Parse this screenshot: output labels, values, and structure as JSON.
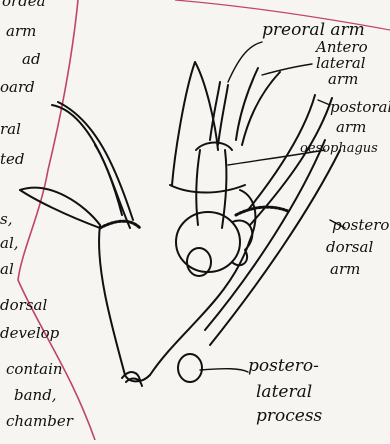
{
  "labels": {
    "preoral_arm": "preoral arm",
    "anterolateral_arm": [
      "Antero",
      "lateral",
      "arm"
    ],
    "postoral_arm": [
      "postoral",
      "arm"
    ],
    "oesophagus": "oesophagus",
    "posterodorsal_arm": [
      "postero",
      "dorsal",
      "arm"
    ],
    "posterolateral_process": [
      "postero-",
      "lateral",
      "process"
    ]
  },
  "margin_text": {
    "left_cut": [
      "ordea",
      "arm",
      "ad",
      "oard",
      "ral",
      "ted",
      "s,",
      "al,",
      "al",
      "dorsal",
      "develop",
      "contain",
      "band,",
      "chamber"
    ]
  },
  "colors": {
    "ink": "#111111",
    "margin_rule": "#c0446a",
    "paper": "#f6f5f2"
  }
}
